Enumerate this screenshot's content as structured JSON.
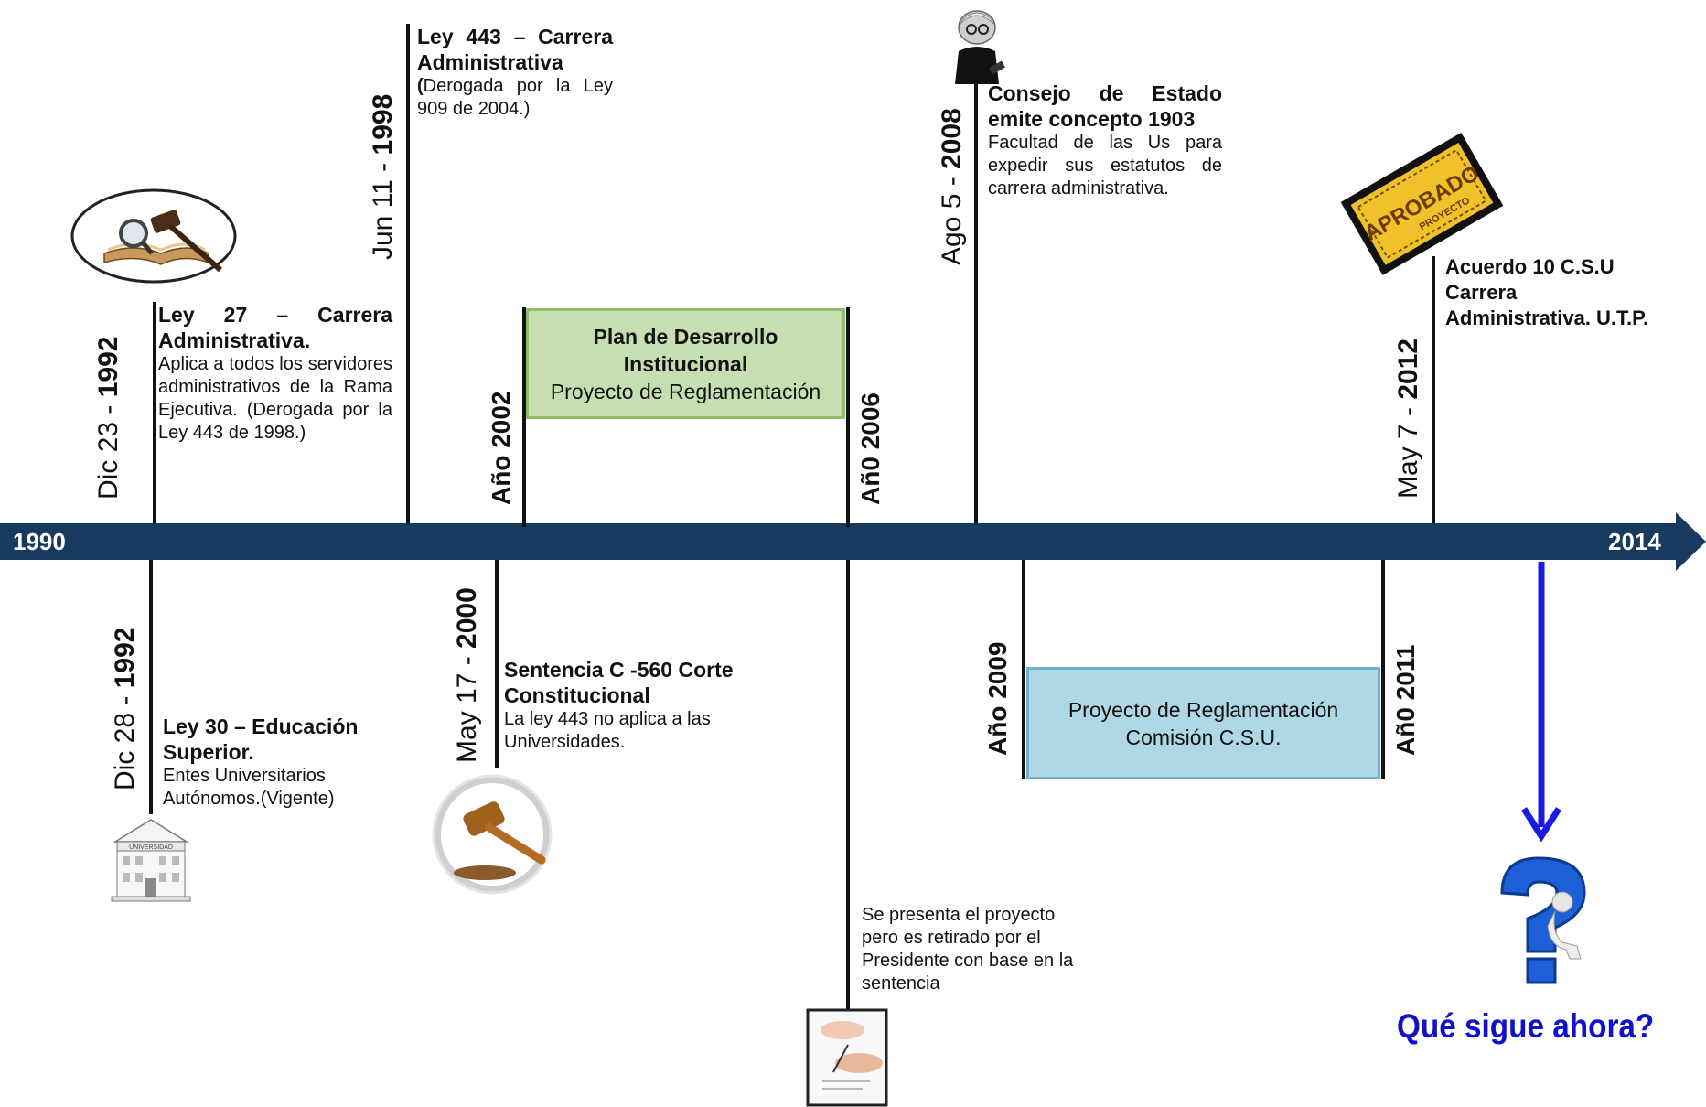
{
  "axis": {
    "start_label": "1990",
    "end_label": "2014"
  },
  "events_top": [
    {
      "date_pre": "Dic  23 - ",
      "date_bold": "1992",
      "title": "Ley 27 – Carrera Administrativa.",
      "text": "Aplica a todos los servidores administrativos de la Rama Ejecutiva. (Derogada por la Ley 443 de 1998.)"
    },
    {
      "date_pre": "Jun  11 - ",
      "date_bold": "1998",
      "title": "Ley 443 – Carrera Administrativa",
      "text_open": "(",
      "text": "Derogada por la Ley 909 de 2004.)"
    },
    {
      "date_pre": "Ago  5 - ",
      "date_bold": "2008",
      "title": "Consejo de Estado emite concepto 1903",
      "text": "Facultad de las Us para expedir sus estatutos de carrera administrativa."
    },
    {
      "date_pre": "May  7 - ",
      "date_bold": "2012",
      "title": "Acuerdo 10  C.S.U Carrera Administrativa. U.T.P."
    }
  ],
  "period_top": {
    "start_label": "Año 2002",
    "end_label": "Añ0 2006",
    "line1": "Plan de  Desarrollo",
    "line2": "Institucional",
    "line3": "Proyecto de Reglamentación"
  },
  "events_bottom": [
    {
      "date_pre": "Dic  28 - ",
      "date_bold": "1992",
      "title": "Ley 30 –  Educación Superior.",
      "text": "Entes Universitarios Autónomos.(Vigente)"
    },
    {
      "date_pre": "May 17 - ",
      "date_bold": "2000",
      "title": "Sentencia  C -560 Corte Constitucional",
      "text": "La ley 443 no aplica a las Universidades."
    }
  ],
  "note_2006": "Se presenta el proyecto pero  es retirado por el Presidente con base en la sentencia",
  "period_bottom": {
    "start_label": "Año 2009",
    "end_label": "Añ0 2011",
    "line1": "Proyecto de Reglamentación",
    "line2": "Comisión C.S.U."
  },
  "stamp": {
    "main": "APROBADO",
    "sub": "PROYECTO"
  },
  "university_sign": "UNIVERSIDAD",
  "question": "Qué sigue ahora?",
  "colors": {
    "axis": "#173a5e",
    "green_box": "#c6dfb0",
    "green_border": "#8fbf6a",
    "blue_box": "#aed8e6",
    "blue_border": "#6cb4cc",
    "question": "#1111cc",
    "arrow": "#1a1ae6"
  }
}
